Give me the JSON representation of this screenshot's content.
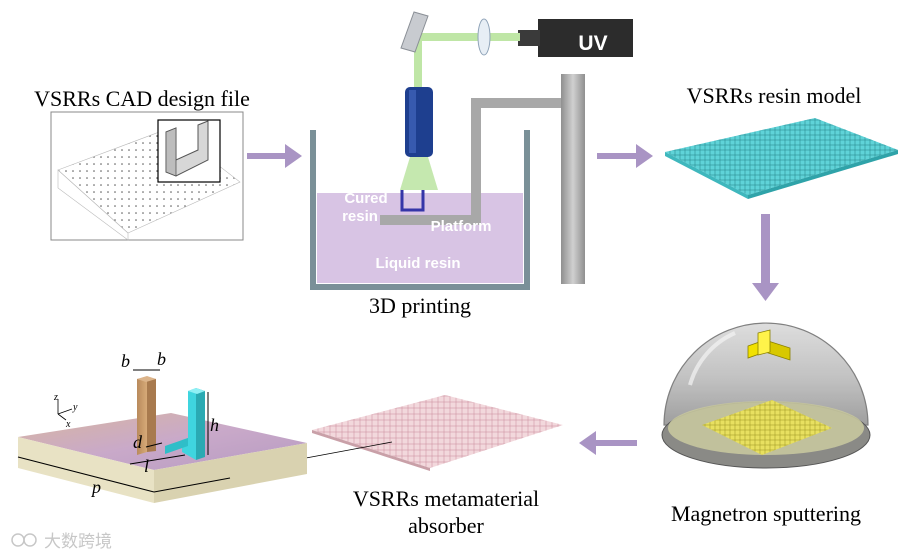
{
  "labels": {
    "cad": "VSRRs CAD design file",
    "resin_model": "VSRRs resin model",
    "printing": "3D printing",
    "sputtering": "Magnetron sputtering",
    "absorber_line1": "VSRRs metamaterial",
    "absorber_line2": "absorber"
  },
  "printer": {
    "uv": "UV",
    "cured_line1": "Cured",
    "cured_line2": "resin",
    "platform": "Platform",
    "liquid": "Liquid resin"
  },
  "dims": {
    "b1": "b",
    "b2": "b",
    "d": "d",
    "h": "h",
    "l": "l",
    "p": "p"
  },
  "axes": {
    "z": "z",
    "y": "y",
    "x": "x"
  },
  "watermark": "大数跨境",
  "colors": {
    "arrow": "#a994c4",
    "liquid": "#d8c4e4",
    "tank": "#7a9098",
    "uv_beam": "#bfe6a6",
    "lens": "#1e3f8f",
    "resin_model": "#5fd3d8",
    "gold": "#e8e060",
    "copper": "#c79a6a",
    "cyan_post": "#3fd5df"
  }
}
